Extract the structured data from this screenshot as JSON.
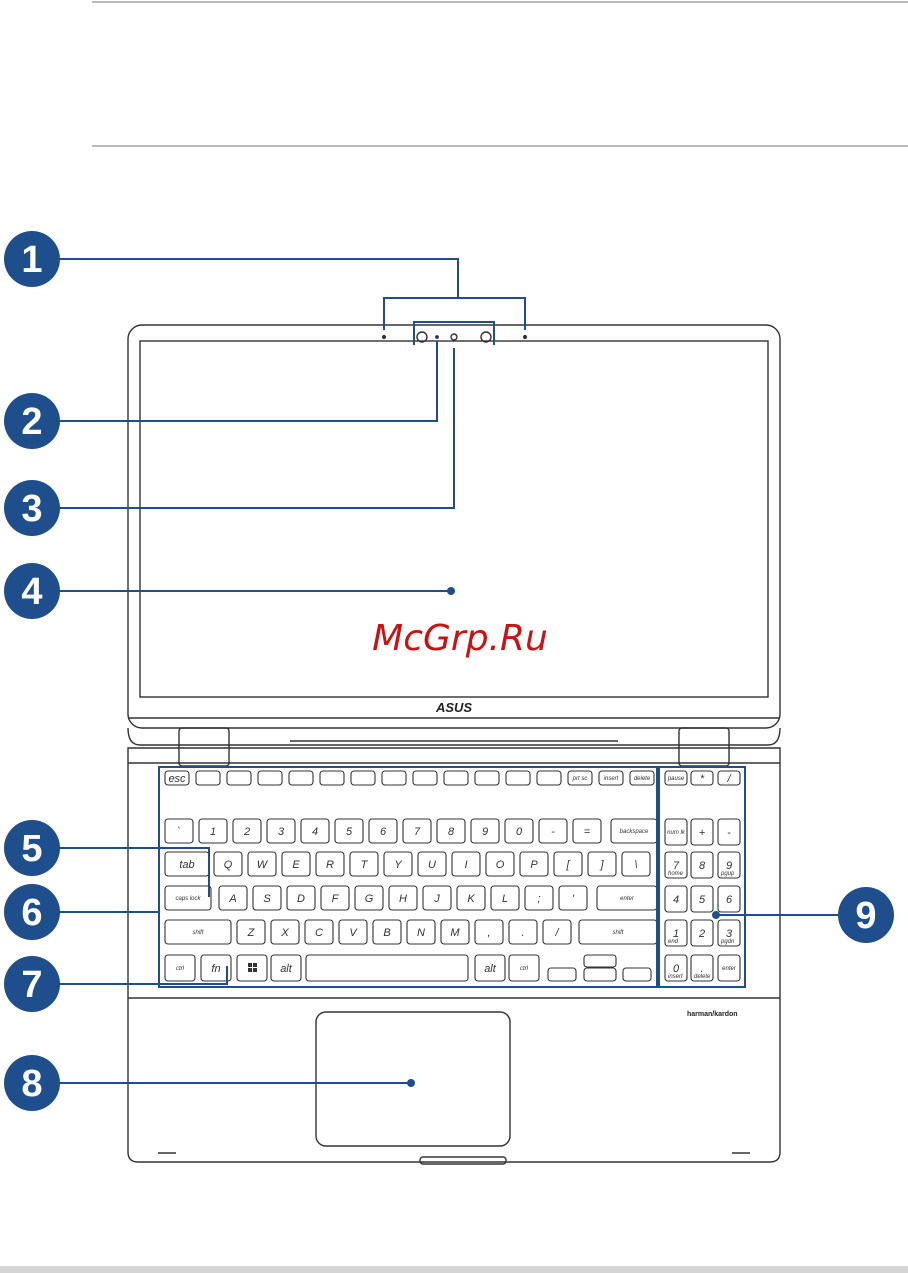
{
  "watermark": "McGrp.Ru",
  "brand_logo": "ASUS",
  "speaker_brand": "harman/kardon",
  "callouts": [
    "1",
    "2",
    "3",
    "4",
    "5",
    "6",
    "7",
    "8",
    "9"
  ],
  "colors": {
    "callout": "#1f4e8c",
    "outline": "#333333",
    "watermark": "#cc1111"
  },
  "keyboard": {
    "fn_row": [
      "esc",
      "",
      "",
      "",
      "",
      "",
      "",
      "",
      "",
      "",
      "",
      "",
      "",
      "prt sc",
      "insert",
      "delete",
      "pause"
    ],
    "number_row": [
      "`",
      "1",
      "2",
      "3",
      "4",
      "5",
      "6",
      "7",
      "8",
      "9",
      "0",
      "-",
      "=",
      "backspace"
    ],
    "number_row_shift": [
      "~",
      "",
      "@",
      "$",
      "%",
      "^",
      "&",
      "*",
      "(",
      ")",
      "_",
      "+",
      ""
    ],
    "qwerty_row": [
      "tab",
      "Q",
      "W",
      "E",
      "R",
      "T",
      "Y",
      "U",
      "I",
      "O",
      "P",
      "[",
      "]",
      "\\"
    ],
    "asdf_row": [
      "caps lock",
      "A",
      "S",
      "D",
      "F",
      "G",
      "H",
      "J",
      "K",
      "L",
      ";",
      "'",
      "enter"
    ],
    "zxcv_row": [
      "shift",
      "Z",
      "X",
      "C",
      "V",
      "B",
      "N",
      "M",
      ",",
      ".",
      "/",
      "shift"
    ],
    "bottom_row": [
      "ctrl",
      "fn",
      "",
      "alt",
      "",
      "alt",
      "ctrl"
    ],
    "numpad": [
      [
        "*",
        "/"
      ],
      [
        "num lk",
        "+",
        "-"
      ],
      [
        "7",
        "8",
        "9"
      ],
      [
        "4",
        "5",
        "6"
      ],
      [
        "1",
        "2",
        "3"
      ],
      [
        "0",
        ".",
        "enter"
      ]
    ],
    "numpad_sub": {
      "7": "home",
      "9": "pgup",
      "1": "end",
      "3": "pgdn",
      "0": "insert",
      ".": "delete"
    }
  }
}
